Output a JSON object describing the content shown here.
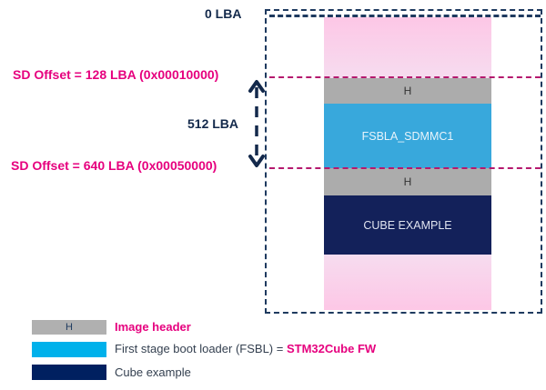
{
  "diagram": {
    "top_label": "0 LBA",
    "offset_1_label": "SD Offset = 128 LBA (0x00010000)",
    "span_label": "512 LBA",
    "offset_2_label": "SD Offset = 640 LBA (0x00050000)",
    "blocks": {
      "header_1": "H",
      "fsbl": "FSBLA_SDMMC1",
      "header_2": "H",
      "cube": "CUBE EXAMPLE"
    }
  },
  "legend": {
    "items": [
      {
        "swatch_text": "H",
        "label": "Image header",
        "color": "#b0b0b0"
      },
      {
        "swatch_text": "",
        "label_prefix": "First stage boot loader (FSBL) = ",
        "label_emphasis": "STM32Cube FW",
        "color": "#00b1eb"
      },
      {
        "swatch_text": "",
        "label": "Cube example",
        "color": "#002060"
      }
    ]
  },
  "colors": {
    "navy": "#13294b",
    "magenta": "#e6007e",
    "fsbl_blue": "#38a8dc",
    "cube_navy": "#13215a",
    "header_grey": "#acacac",
    "free_pink": "#fdc7e6"
  }
}
